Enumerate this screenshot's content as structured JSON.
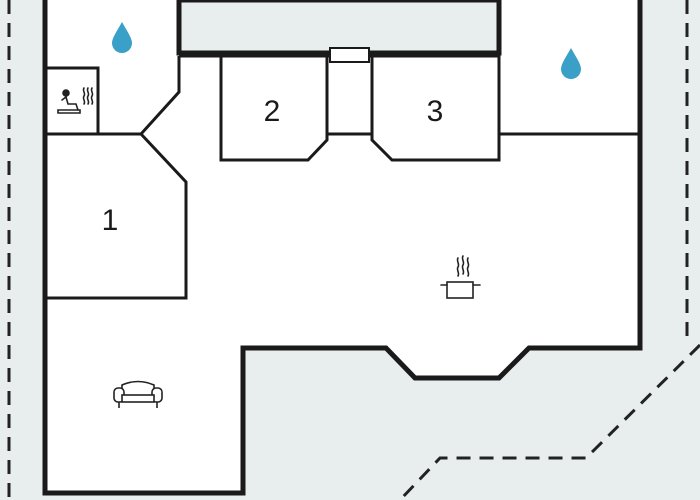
{
  "floorplan": {
    "colors": {
      "wall": "#1a1a1a",
      "outside": "#e8eeee",
      "inside": "#ffffff",
      "water": "#3aa0c8",
      "icon_line": "#222222"
    },
    "rooms": [
      {
        "label": "1"
      },
      {
        "label": "2"
      },
      {
        "label": "3"
      }
    ],
    "icons": [
      "water-drop",
      "water-drop",
      "sauna",
      "cooking-pot",
      "sofa"
    ]
  }
}
